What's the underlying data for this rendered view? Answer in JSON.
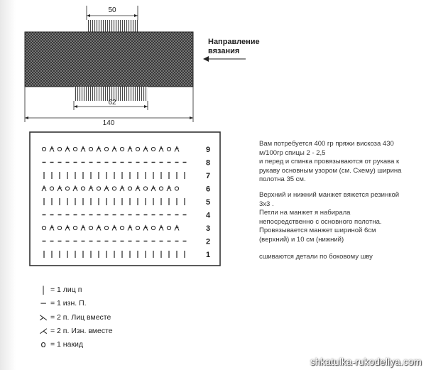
{
  "schematic": {
    "top_dimension": "50",
    "bottom_dimension": "62",
    "total_width": "140",
    "direction_line1": "Направление",
    "direction_line2": "вязания"
  },
  "chart": {
    "row_numbers": [
      "9",
      "8",
      "7",
      "6",
      "5",
      "4",
      "3",
      "2",
      "1"
    ],
    "rows": [
      {
        "row": "9",
        "pattern": "oxoxoxoxoxoxoxoxox"
      },
      {
        "row": "8",
        "pattern": "-------------------"
      },
      {
        "row": "7",
        "pattern": "|||||||||||||||||||"
      },
      {
        "row": "6",
        "pattern": "xoxoxoxoxoxoxoxoxo"
      },
      {
        "row": "5",
        "pattern": "|||||||||||||||||||"
      },
      {
        "row": "4",
        "pattern": "-------------------"
      },
      {
        "row": "3",
        "pattern": "oxoxoxoxoxoxoxoxox"
      },
      {
        "row": "2",
        "pattern": "-------------------"
      },
      {
        "row": "1",
        "pattern": "|||||||||||||||||||"
      }
    ]
  },
  "notes": {
    "p1_l1": "Вам потребуется 400 гр пряжи вискоза 430",
    "p1_l2": "м/100гр спицы 2 - 2,5",
    "p1_l3": " и перед и спинка провязываются от рукава к",
    "p1_l4": "рукаву основным узором (см. Схему) ширина",
    "p1_l5": "полотна 35 см.",
    "p2_l1": "Верхний и нижний манжет вяжется резинкой",
    "p2_l2": "3х3 .",
    "p2_l3": "Петли на манжет я набирала",
    "p2_l4": "непосредственно с основного полотна.",
    "p2_l5": " Провязывается манжет шириной 6см",
    "p2_l6": "(верхний) и 10 см (нижний)",
    "p3_l1": "сшиваются детали по боковому шву"
  },
  "legend": [
    {
      "symbol": "|",
      "text": "= 1 лиц п"
    },
    {
      "symbol": "−",
      "text": "= 1 изн. П."
    },
    {
      "symbol": "⋋",
      "text": "= 2 п. Лиц вместе"
    },
    {
      "symbol": "⋌",
      "text": "= 2 п. Изн. вместе"
    },
    {
      "symbol": "o",
      "text": "= 1 накид"
    }
  ],
  "watermark": "shkatulka-rukodeliya.com"
}
